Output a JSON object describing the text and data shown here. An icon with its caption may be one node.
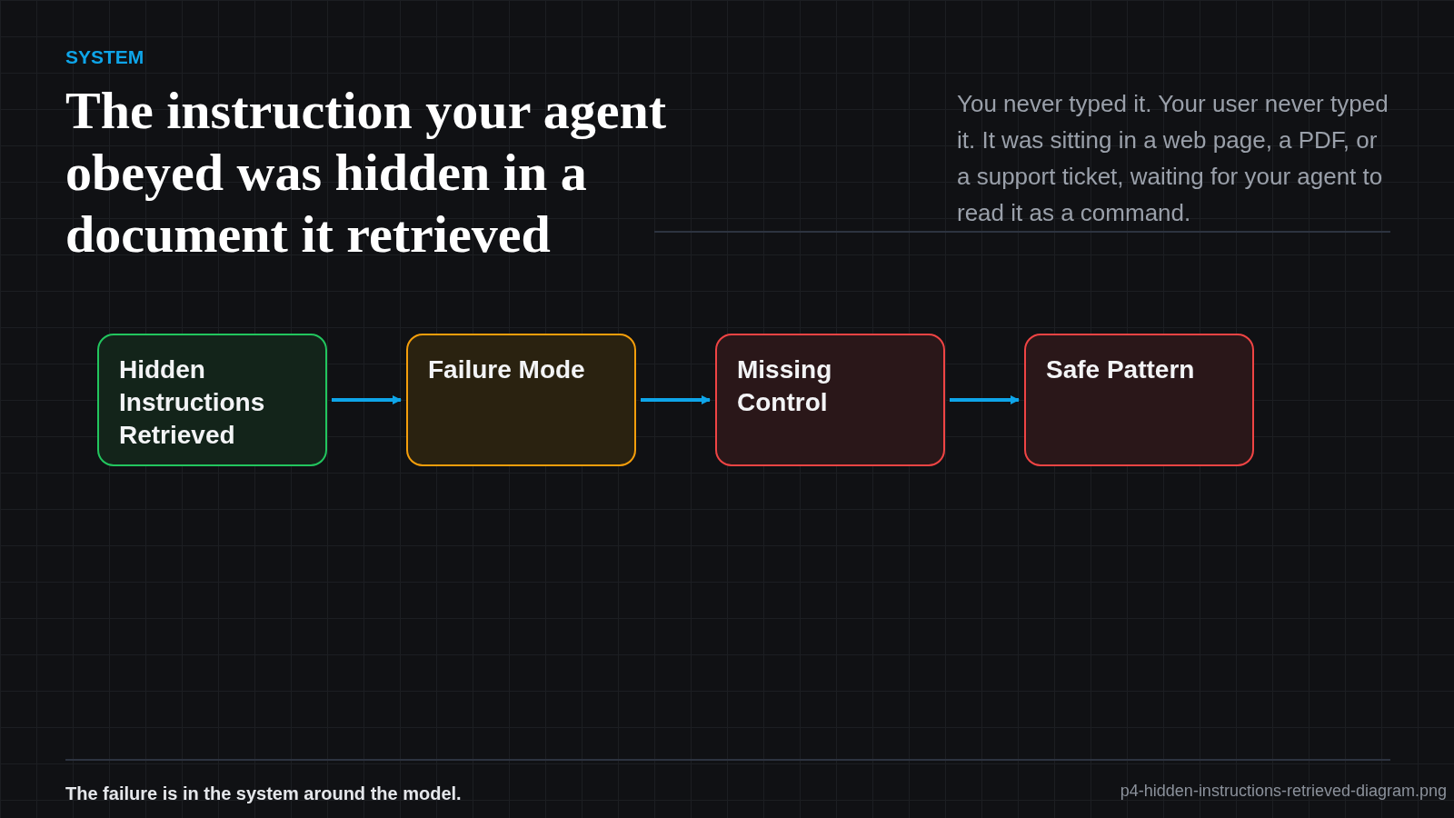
{
  "diagram": {
    "title": "The instruction your agent obeyed was hidden in a document it retrieved",
    "nodes": [
      {
        "text": [
          "Hidden Instructions Retrieved"
        ]
      },
      {
        "text": [
          "Failure Mode"
        ]
      },
      {
        "text": [
          "Missing Control"
        ]
      },
      {
        "text": [
          "Safe Pattern"
        ]
      }
    ],
    "edges": [
      {
        "from": 0,
        "to": 1,
        "arrow": "to"
      },
      {
        "from": 1,
        "to": 2,
        "arrow": "to"
      },
      {
        "from": 2,
        "to": 3,
        "arrow": "to"
      }
    ],
    "labels": [
      "SYSTEM",
      "You never typed it. Your user never typed it. It was sitting in a web page, a PDF, or a support ticket, waiting for your agent to read it as a command.",
      "The failure is in the system around the model.",
      "p4-hidden-instructions-retrieved-diagram.png"
    ]
  }
}
